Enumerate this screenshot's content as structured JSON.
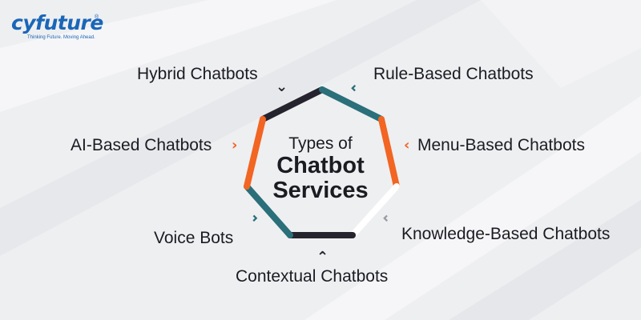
{
  "logo": {
    "wordmark": "cyfuture",
    "registered": "®",
    "tagline": "Thinking Future. Moving Ahead."
  },
  "center": {
    "line1": "Types of",
    "line2": "Chatbot",
    "line3": "Services"
  },
  "categories": [
    {
      "label": "Hybrid Chatbots"
    },
    {
      "label": "Rule-Based Chatbots"
    },
    {
      "label": "AI-Based Chatbots"
    },
    {
      "label": "Menu-Based Chatbots"
    },
    {
      "label": "Voice Bots"
    },
    {
      "label": "Knowledge-Based Chatbots"
    },
    {
      "label": "Contextual Chatbots"
    }
  ],
  "colors": {
    "teal": "#2a6f7a",
    "orange": "#f26522",
    "dark": "#25232d",
    "white": "#ffffff",
    "brand_blue": "#1a66b8"
  }
}
